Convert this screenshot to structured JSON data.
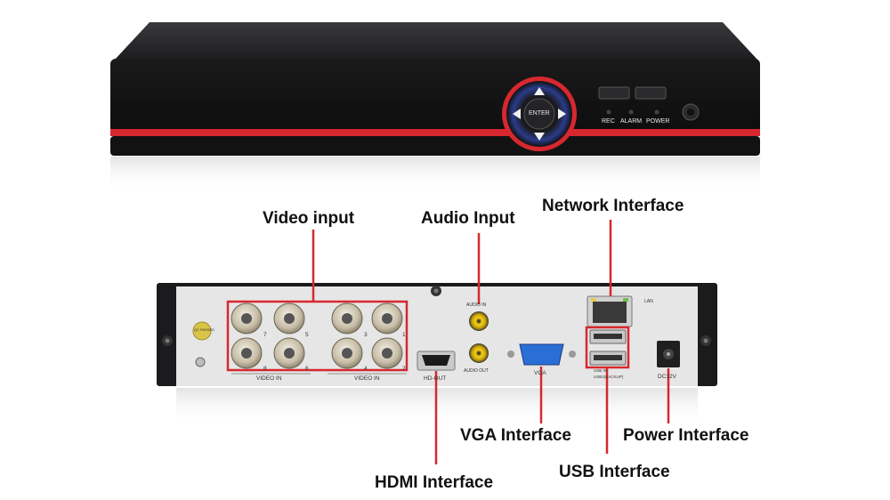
{
  "front_panel": {
    "enter_label": "ENTER",
    "indicators": [
      "REC",
      "ALARM",
      "POWER"
    ]
  },
  "rear_panel": {
    "video_in_label": "VIDEO IN",
    "audio_in_label": "AUDIO IN",
    "audio_out_label": "AUDIO OUT",
    "hdmi_label": "HD-OUT",
    "vga_label": "VGA",
    "lan_label": "LAN",
    "usb_labels": [
      "USB IN",
      "USB2(BACKUP)"
    ],
    "power_label": "DC12V",
    "qc_label": "QC PASSED",
    "channel_numbers": [
      "7",
      "5",
      "8",
      "6",
      "3",
      "1",
      "4",
      "2"
    ]
  },
  "callouts": {
    "video_input": "Video input",
    "audio_input": "Audio Input",
    "network": "Network Interface",
    "vga": "VGA Interface",
    "hdmi": "HDMI Interface",
    "usb": "USB Interface",
    "power": "Power Interface"
  },
  "colors": {
    "accent_red": "#d7282f",
    "device_black": "#1b1b1d",
    "rear_panel": "#e6e6e6"
  }
}
